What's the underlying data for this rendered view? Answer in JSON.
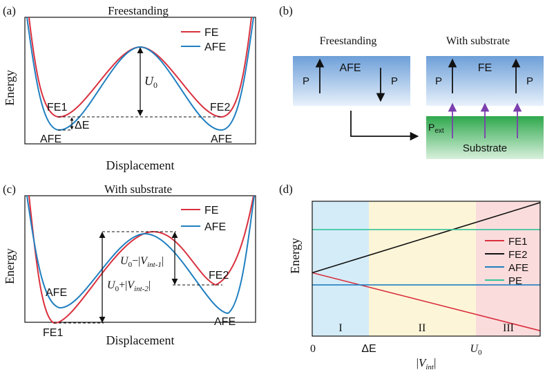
{
  "colors": {
    "fe": "#d9303e",
    "afe": "#1f7fc0",
    "pe": "#33c49a",
    "fe2_line": "#111111",
    "region1": "#d4ecf8",
    "region2": "#fdf5d8",
    "region3": "#fbdcdc",
    "film": "#6d9fd8",
    "substrate": "#2ea84c",
    "pext_arrow": "#7b3fae"
  },
  "panel_a": {
    "label": "(a)",
    "title": "Freestanding",
    "ylabel": "Energy",
    "xlabel": "Displacement",
    "legend": [
      "FE",
      "AFE"
    ],
    "barrier": "U",
    "barrier_sub": "0",
    "label_fe1": "FE1",
    "label_fe2": "FE2",
    "label_afe_left": "AFE",
    "label_afe_right": "AFE",
    "delta_e": "ΔE"
  },
  "panel_b": {
    "label": "(b)",
    "title_left": "Freestanding",
    "title_right": "With substrate",
    "film_left": "AFE",
    "film_right": "FE",
    "p_left_1": "P",
    "p_left_2": "P",
    "p_right_1": "P",
    "p_right_2": "P",
    "pext": "P",
    "pext_sub": "ext",
    "substrate": "Substrate"
  },
  "panel_c": {
    "label": "(c)",
    "title": "With substrate",
    "ylabel": "Energy",
    "xlabel": "Displacement",
    "legend": [
      "FE",
      "AFE"
    ],
    "label_afe_left": "AFE",
    "label_fe1": "FE1",
    "label_fe2": "FE2",
    "label_afe_right": "AFE",
    "u_minus_pre": "U",
    "u_minus_sub": "0",
    "u_minus_mid": "−|",
    "u_minus_v": "V",
    "u_minus_vsub": "int-1",
    "u_minus_post": "|",
    "u_plus_pre": "U",
    "u_plus_sub": "0",
    "u_plus_mid": "+|",
    "u_plus_v": "V",
    "u_plus_vsub": "int-2",
    "u_plus_post": "|"
  },
  "panel_d": {
    "label": "(d)",
    "ylabel": "Energy",
    "xlabel_pre": "|",
    "xlabel_v": "V",
    "xlabel_sub": "int",
    "xlabel_post": "|",
    "tick_0": "0",
    "tick_de": "ΔE",
    "tick_u": "U",
    "tick_u_sub": "0",
    "region_1": "I",
    "region_2": "II",
    "region_3": "III",
    "legend": [
      "FE1",
      "FE2",
      "AFE",
      "PE"
    ]
  },
  "chart_data": {
    "type": "line",
    "title": "",
    "xlabel": "|Vint|",
    "ylabel": "Energy",
    "x_ticks": [
      "0",
      "ΔE",
      "U0"
    ],
    "regions": [
      "I",
      "II",
      "III"
    ],
    "series": [
      {
        "name": "FE1",
        "x": [
          0,
          1
        ],
        "y": [
          0.47,
          0.04
        ]
      },
      {
        "name": "FE2",
        "x": [
          0,
          1
        ],
        "y": [
          0.47,
          0.99
        ]
      },
      {
        "name": "AFE",
        "x": [
          0,
          1
        ],
        "y": [
          0.38,
          0.38
        ]
      },
      {
        "name": "PE",
        "x": [
          0,
          1
        ],
        "y": [
          0.79,
          0.79
        ]
      }
    ]
  }
}
